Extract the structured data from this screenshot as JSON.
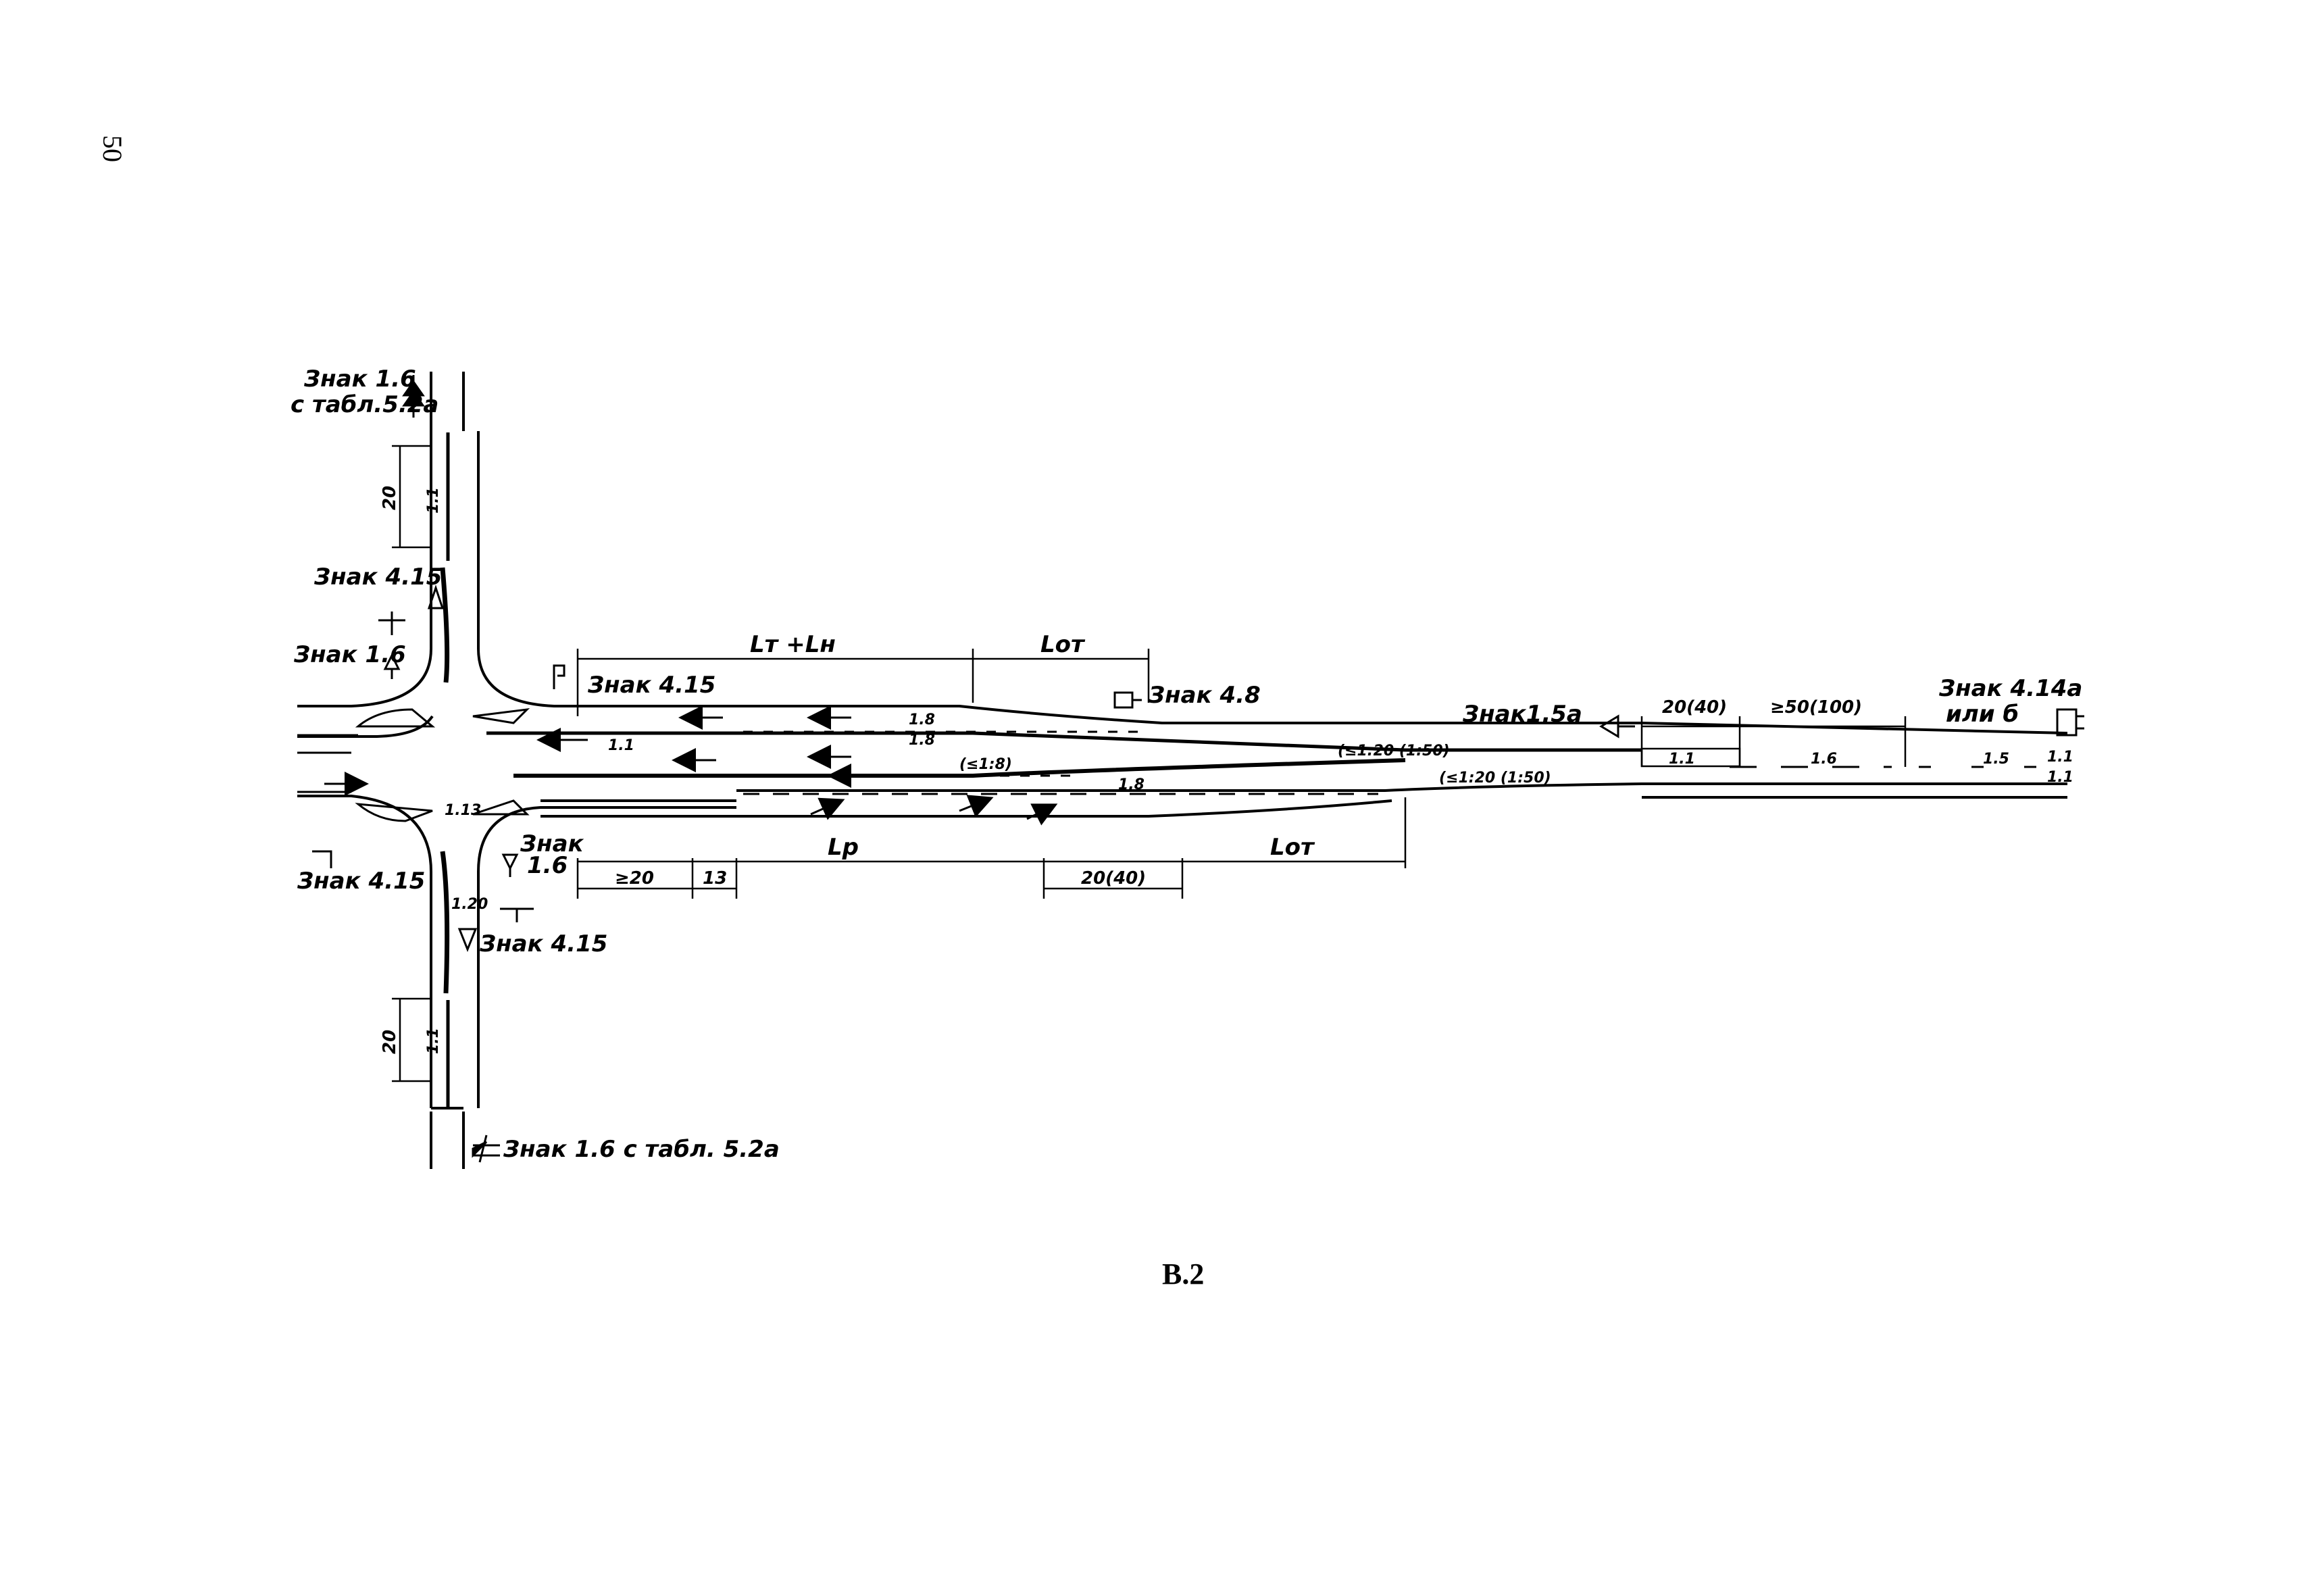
{
  "page_number": "50",
  "caption": "В.2",
  "labels": {
    "sign_1_6_top_l1": "Знак 1.6",
    "sign_1_6_top_l2": "с табл.5.2а",
    "sign_4_15_left_top": "Знак 4.15",
    "sign_1_6_left": "Знак 1.6",
    "sign_4_15_left_bottom": "Знак 4.15",
    "sign_4_15_center": "Знак 4.15",
    "sign_1_6_center_l1": "Знак",
    "sign_1_6_center_l2": "1.6",
    "sign_4_15_bottom": "Знак 4.15",
    "sign_1_6_bottom": "Знак 1.6 с табл. 5.2а",
    "sign_4_8": "Знак 4.8",
    "sign_1_5a": "Знак1.5а",
    "sign_4_14_l1": "Знак 4.14а",
    "sign_4_14_l2": "или б"
  },
  "dimensions": {
    "dim_20_top": "20",
    "dim_20_bottom": "20",
    "lt_ln": "Lт +Lн",
    "lot_top": "Lот",
    "lot_bottom": "Lот",
    "lp": "Lр",
    "ge20": "≥20",
    "d13": "13",
    "d20_40_low": "20(40)",
    "d20_40_high": "20(40)",
    "ge50_100": "≥50(100)"
  },
  "markings": {
    "m1_1_top": "1.1",
    "m1_1_bottom": "1.1",
    "m1_1_main": "1.1",
    "m1_1_box": "1.1",
    "m1_8_a": "1.8",
    "m1_8_b": "1.8",
    "m1_8_c": "1.8",
    "m1_13": "1.13",
    "m1_20": "1.20",
    "m1_6": "1.6",
    "m1_5": "1.5",
    "m1_1_end_top": "1.1",
    "m1_1_end_bottom": "1.1",
    "taper_1_8": "(≤1:8)",
    "taper_top": "(≤1:20 (1:50)",
    "taper_bottom": "(≤1:20 (1:50)"
  }
}
